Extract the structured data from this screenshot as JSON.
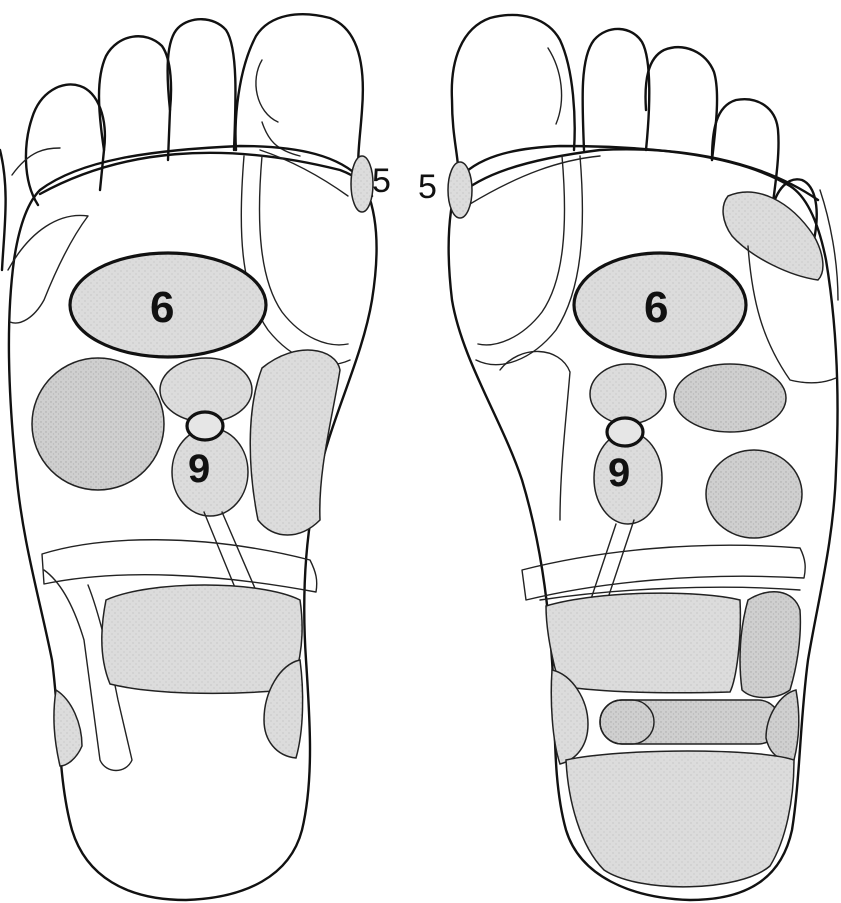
{
  "labels": {
    "left_five": "5",
    "right_five": "5",
    "left_six": "6",
    "right_six": "6",
    "left_nine": "9",
    "right_nine": "9"
  },
  "colors": {
    "line": "#111111",
    "zone_fill": "#d8d8d8",
    "zone_fill_dark": "#cdcdcd",
    "paper": "#ffffff"
  }
}
